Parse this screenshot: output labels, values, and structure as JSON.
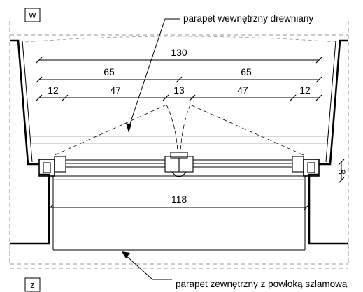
{
  "side_labels": {
    "inside": "w",
    "outside": "z"
  },
  "annotations": {
    "inner_sill": "parapet wewnętrzny drewniany",
    "outer_sill": "parapet zewnętrzny z powłoką szlamową"
  },
  "dimensions": {
    "overall": "130",
    "halves": [
      "65",
      "65"
    ],
    "segments": [
      "12",
      "47",
      "13",
      "47",
      "12"
    ],
    "sill_gap": "8",
    "opening": "118"
  }
}
